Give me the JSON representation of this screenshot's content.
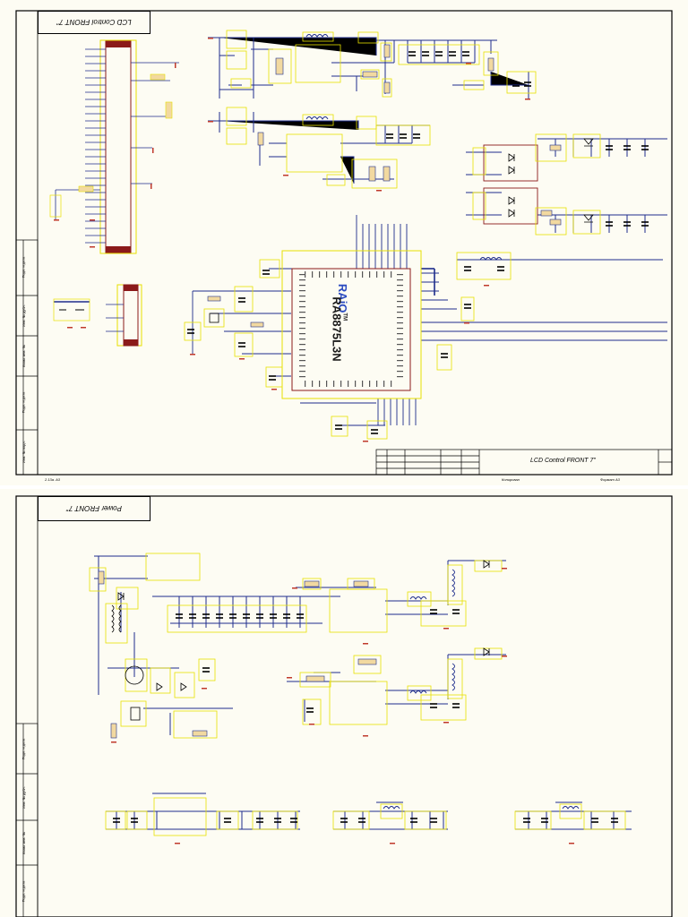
{
  "sheets": [
    {
      "title": "LCD Control FRONT 7\"",
      "title_block_title": "LCD Control FRONT 7\"",
      "chip_brand": "RAiO",
      "chip_tm": "TM",
      "chip_part": "RA8875L3N",
      "footer_left": "2.13a. A3",
      "footer_mid": "Копировал",
      "footer_right": "Формат A3",
      "side_labels": [
        "Подп. и дата",
        "Инв. № дубл.",
        "Взам. инв. №",
        "Подп. и дата",
        "Инв. № подл."
      ]
    },
    {
      "title": "Power FRONT 7\"",
      "side_labels": [
        "Подп. и дата",
        "Инв. № дубл.",
        "Взам. инв. №",
        "Подп. и дата"
      ]
    }
  ],
  "colors": {
    "paper": "#fdfcf3",
    "wire": "#1e2d8c",
    "component": "#e8e000",
    "resistor_fill": "#f2d9a0",
    "ground": "#c0392b",
    "frame": "#000000",
    "connector": "#8b1a1a"
  }
}
